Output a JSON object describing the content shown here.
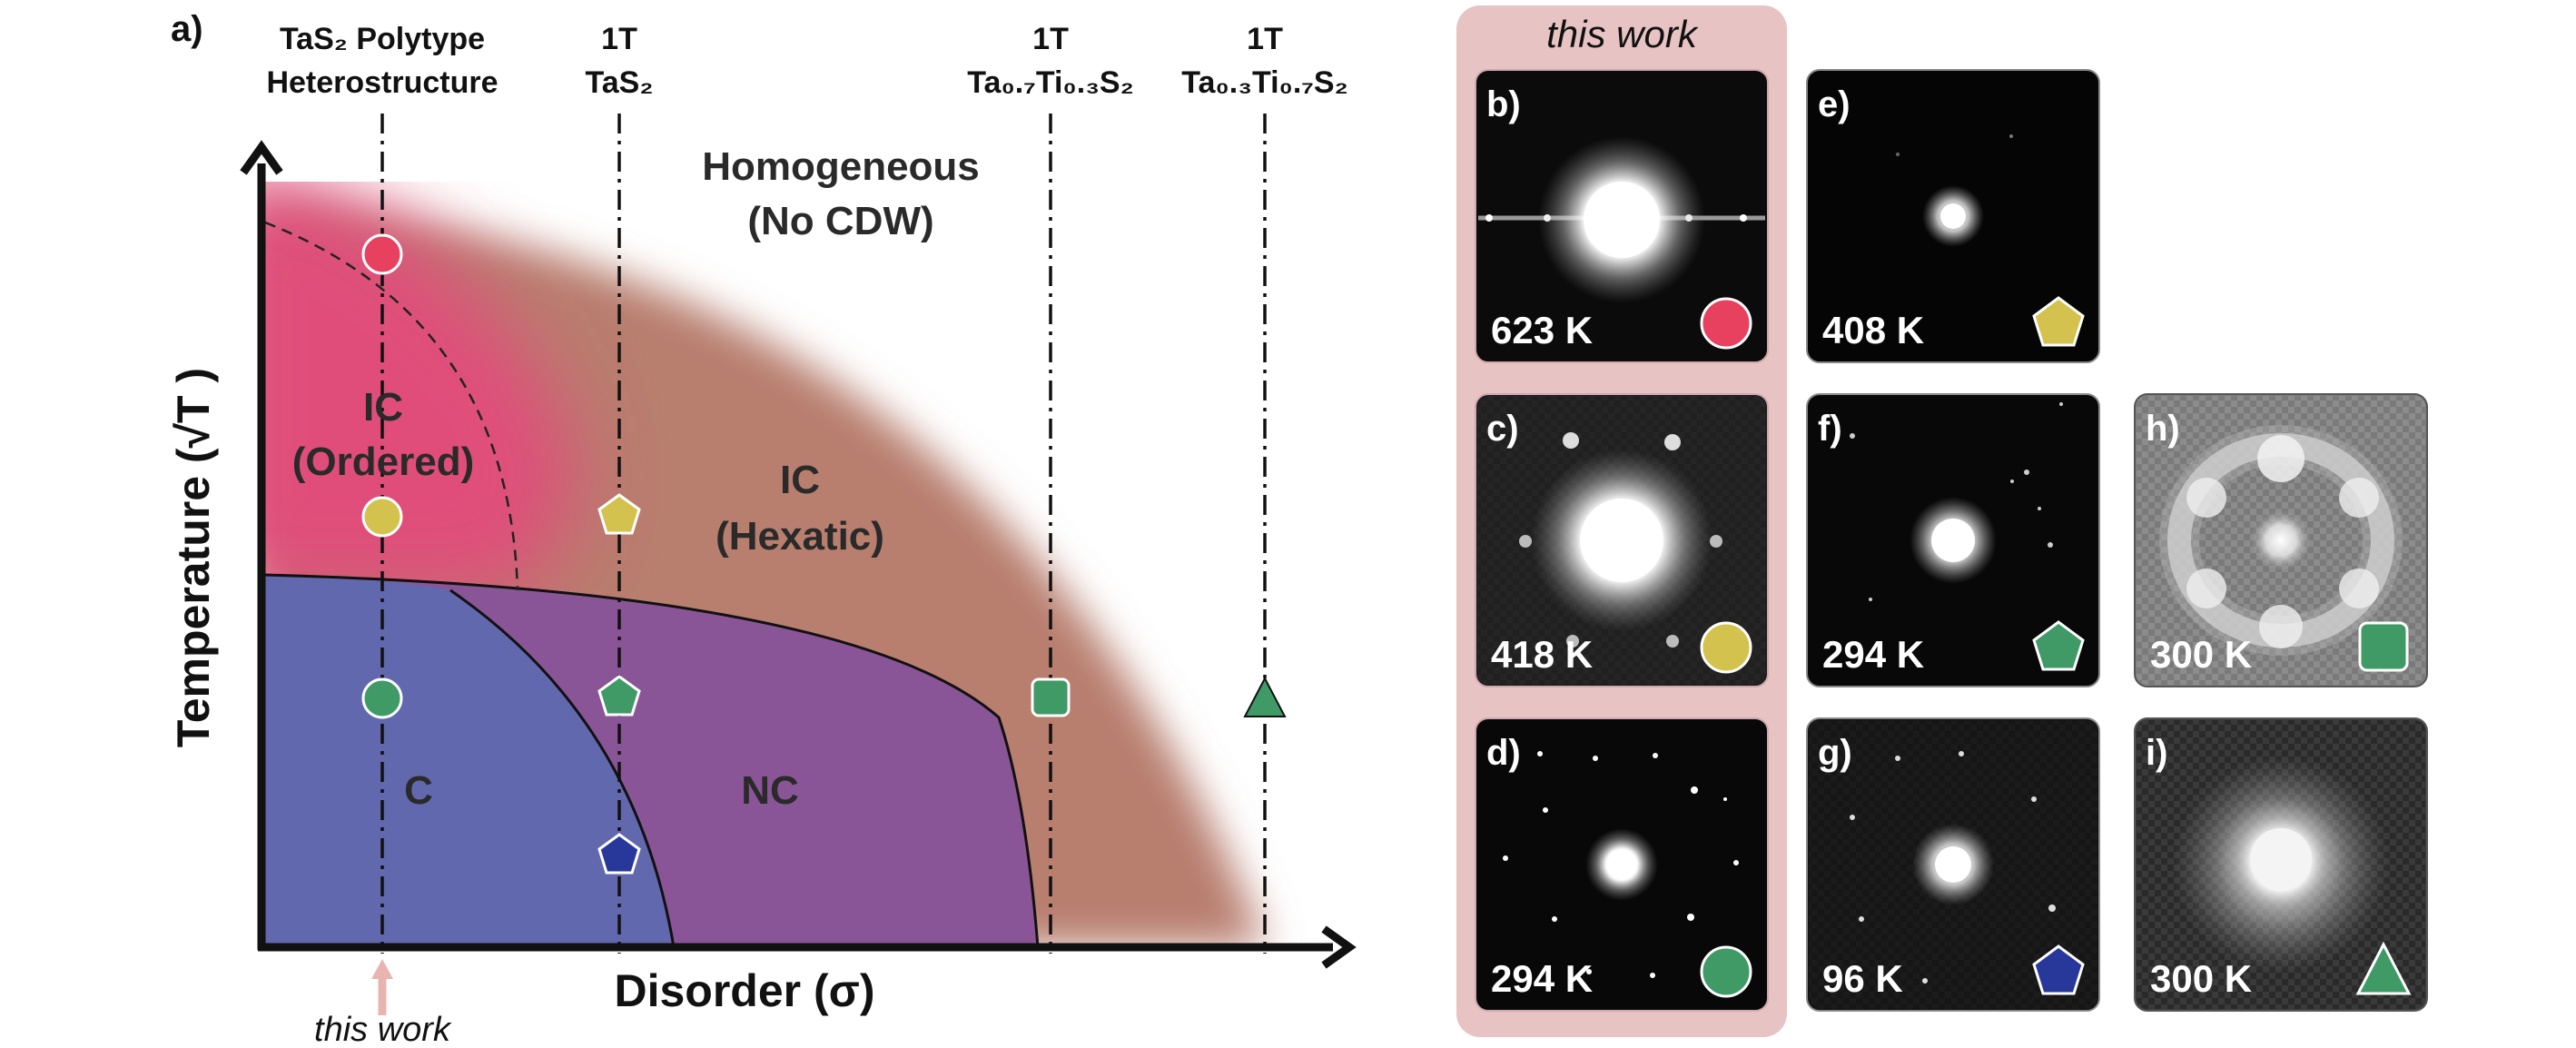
{
  "figure": {
    "panel_a": {
      "label": "a)",
      "columns": [
        {
          "lines": [
            "TaS₂ Polytype",
            "Heterostructure"
          ]
        },
        {
          "lines": [
            "1T",
            "TaS₂"
          ]
        },
        {
          "lines": [
            "1T",
            "Ta₀.₇Ti₀.₃S₂"
          ]
        },
        {
          "lines": [
            "1T",
            "Ta₀.₃Ti₀.₇S₂"
          ]
        }
      ],
      "y_axis_label": "Temperature (√T )",
      "x_axis_label": "Disorder (σ)",
      "bottom_note": "this work",
      "regions": {
        "homogeneous": [
          "Homogeneous",
          "(No CDW)"
        ],
        "ic_ordered": [
          "IC",
          "(Ordered)"
        ],
        "ic_hexatic": [
          "IC",
          "(Hexatic)"
        ],
        "c": "C",
        "nc": "NC"
      }
    },
    "this_work_banner": "this work",
    "panels": [
      {
        "label": "b)",
        "temp": "623 K",
        "marker": "circle-red"
      },
      {
        "label": "c)",
        "temp": "418 K",
        "marker": "circle-yellow"
      },
      {
        "label": "d)",
        "temp": "294 K",
        "marker": "circle-green"
      },
      {
        "label": "e)",
        "temp": "408 K",
        "marker": "pentagon-yellow"
      },
      {
        "label": "f)",
        "temp": "294 K",
        "marker": "pentagon-green"
      },
      {
        "label": "g)",
        "temp": "96 K",
        "marker": "pentagon-blue"
      },
      {
        "label": "h)",
        "temp": "300 K",
        "marker": "square-green"
      },
      {
        "label": "i)",
        "temp": "300 K",
        "marker": "triangle-green"
      }
    ],
    "colors": {
      "ic_ordered": "#e04d7a",
      "ic_hexatic": "#b87e6e",
      "commensurate": "#6268ad",
      "nearly_commensurate": "#8a5597",
      "marker_red": "#e8415f",
      "marker_yellow": "#d3c24d",
      "marker_green": "#3f9a66",
      "marker_blue": "#27389a",
      "this_work_bg": "#e8c3c3",
      "arrow_pink": "#e8b4b0"
    }
  }
}
